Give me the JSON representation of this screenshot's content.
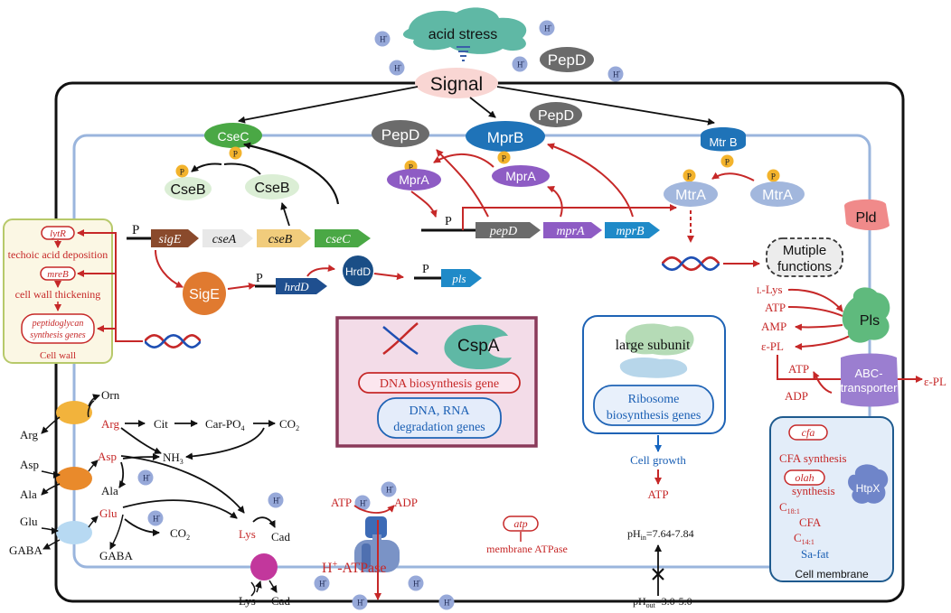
{
  "stress": {
    "label": "acid stress"
  },
  "signal": {
    "label": "Signal"
  },
  "proton": {
    "label": "H",
    "sup": "+"
  },
  "kinases": {
    "csec": "CseC",
    "pepd": "PepD",
    "mprb": "MprB",
    "mtrb": "Mtr B"
  },
  "phospho": {
    "p": "P"
  },
  "regulators": {
    "cseb": "CseB",
    "mpra": "MprA",
    "mtra": "MtrA",
    "sige": "SigE",
    "hrdd": "HrdD"
  },
  "genes": {
    "sige": "sigE",
    "csea": "cseA",
    "cseb": "cseB",
    "csec": "cseC",
    "hrdd": "hrdD",
    "pls": "pls",
    "pepd": "pepD",
    "mpra": "mprA",
    "mprb": "mprB"
  },
  "promoter": {
    "p": "P"
  },
  "cellwall": {
    "lytr": "lytR",
    "techoic": "techoic acid deposition",
    "mreb": "mreB",
    "thickening": "cell wall thickening",
    "pg1": "peptidoglycan",
    "pg2": "synthesis genes",
    "label": "Cell wall"
  },
  "cspa_box": {
    "protein": "CspA",
    "gene": "DNA biosynthesis gene",
    "deg1": "DNA, RNA",
    "deg2": "degradation  genes"
  },
  "ribosome_box": {
    "title": "large subunit",
    "genes1": "Ribosome",
    "genes2": "biosynthesis genes"
  },
  "growth": {
    "label": "Cell growth",
    "atp": "ATP"
  },
  "pld": {
    "label": "Pld"
  },
  "multiple": {
    "line1": "Mutiple",
    "line2": "functions"
  },
  "pls_path": {
    "llys_prefix": "L",
    "llys": "-Lys",
    "atp": "ATP",
    "amp": "AMP",
    "epl": "ε-PL",
    "protein": "Pls"
  },
  "abc": {
    "atp": "ATP",
    "adp": "ADP",
    "line1": "ABC-",
    "line2": "transporter",
    "epl": "ε-PL"
  },
  "membrane_box": {
    "cfa": "cfa",
    "cfa_syn": "CFA synthesis",
    "olah": "olah",
    "syn": "synthesis",
    "c18": "C",
    "c18sub": "18:1",
    "cfa2": "CFA",
    "c14": "C",
    "c14sub": "14:1",
    "safat": "Sa-fat",
    "htpx": "HtpX",
    "label": "Cell membrane"
  },
  "amino": {
    "orn": "Orn",
    "arg": "Arg",
    "asp": "Asp",
    "ala": "Ala",
    "glu": "Glu",
    "gaba": "GABA",
    "cit": "Cit",
    "carpo": "Car-PO",
    "carpo_sub": "4",
    "co2": "CO",
    "co2_sub": "2",
    "nh3": "NH",
    "nh3_sub": "3",
    "lys": "Lys",
    "cad": "Cad"
  },
  "hatpase": {
    "atp": "ATP",
    "adp": "ADP",
    "label": "H",
    "label_sup": "+",
    "label_rest": "-ATPase"
  },
  "atp_gene": {
    "gene": "atp",
    "label": "membrane ATPase"
  },
  "ph": {
    "in_prefix": "pH",
    "in_sub": "in",
    "in_val": "=7.64-7.84",
    "out_prefix": "pH",
    "out_sub": "out",
    "out_val": "=3.0-5.0"
  },
  "colors": {
    "red": "#c62828",
    "teal": "#5fb8a5",
    "blue": "#1565c0",
    "purple": "#8e5cc4",
    "gray": "#6b6b6b"
  }
}
